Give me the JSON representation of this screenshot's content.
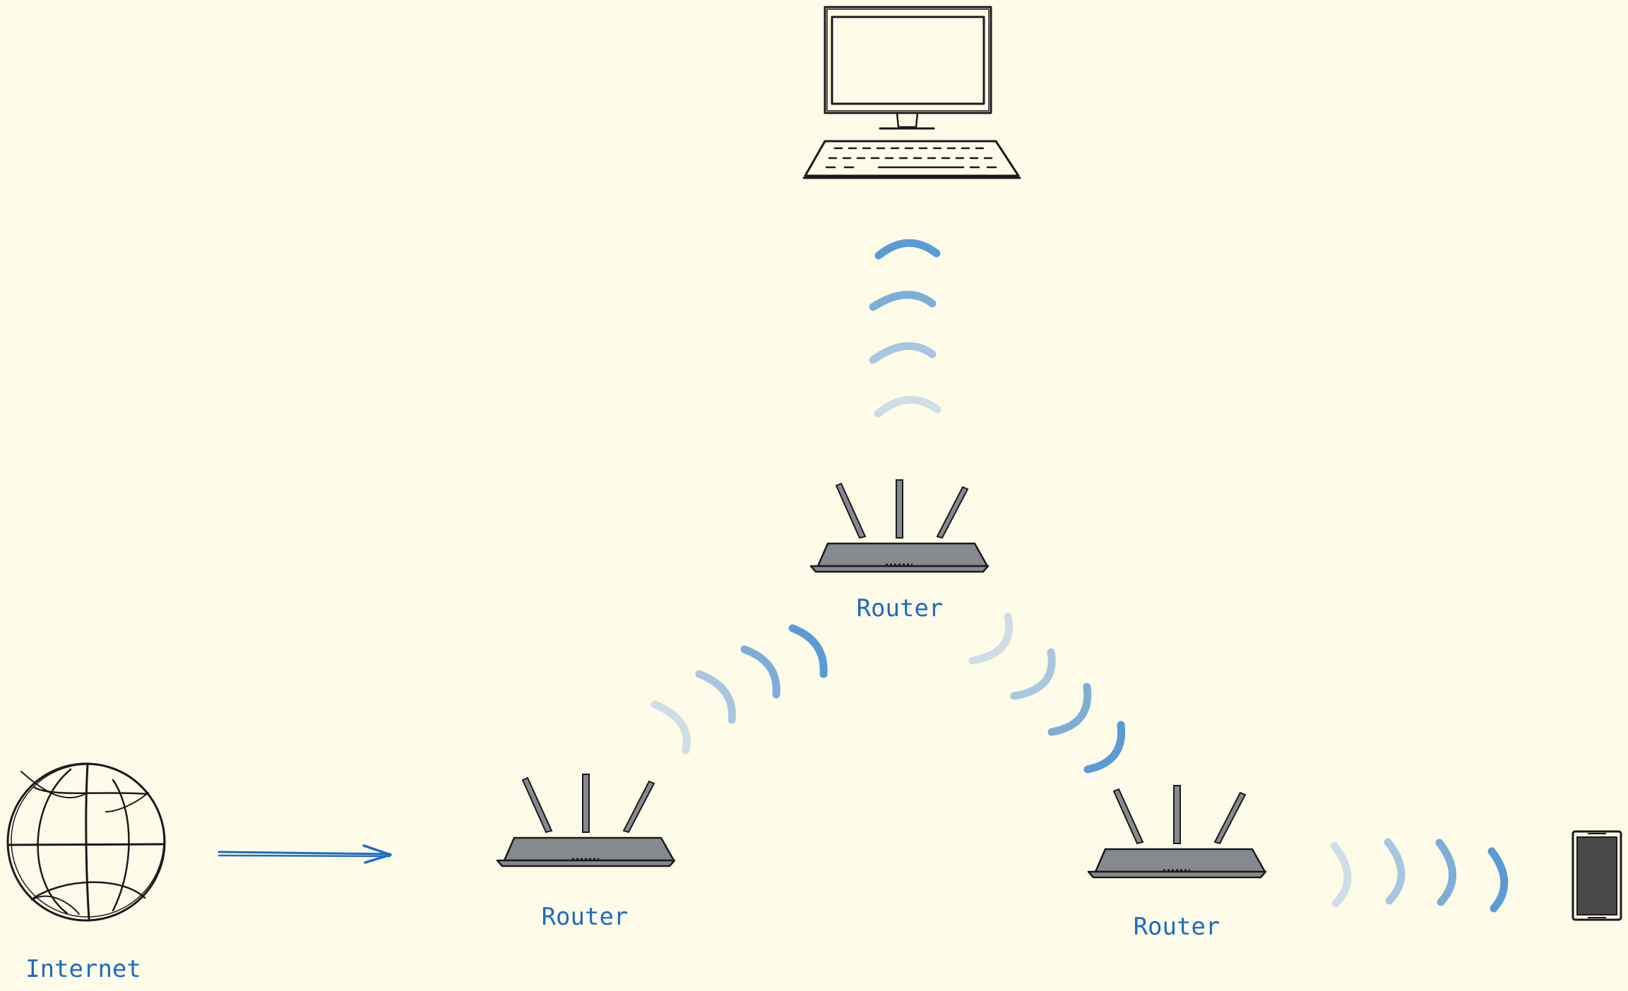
{
  "nodes": {
    "internet": {
      "label": "Internet",
      "icon": "globe-icon"
    },
    "router_left": {
      "label": "Router",
      "icon": "router-icon"
    },
    "router_center": {
      "label": "Router",
      "icon": "router-icon"
    },
    "router_right": {
      "label": "Router",
      "icon": "router-icon"
    },
    "computer": {
      "icon": "desktop-computer-icon"
    },
    "phone": {
      "icon": "smartphone-icon"
    }
  },
  "connections": [
    {
      "from": "internet",
      "to": "router_left",
      "type": "wired-arrow"
    },
    {
      "from": "router_left",
      "to": "router_center",
      "type": "wireless-signal"
    },
    {
      "from": "router_center",
      "to": "computer",
      "type": "wireless-signal"
    },
    {
      "from": "router_center",
      "to": "router_right",
      "type": "wireless-signal"
    },
    {
      "from": "router_right",
      "to": "phone",
      "type": "wireless-signal"
    }
  ],
  "colors": {
    "background": "#fefce8",
    "label": "#1e6bbf",
    "arrow": "#1e6bbf",
    "wave_strong": "#5b9bd5",
    "wave_medium": "#7eaed8",
    "wave_light": "#a9c6df",
    "wave_faint": "#cfdde6",
    "router_fill": "#868a8f",
    "ink": "#1a1a1a",
    "phone_screen": "#4a4a4a"
  }
}
